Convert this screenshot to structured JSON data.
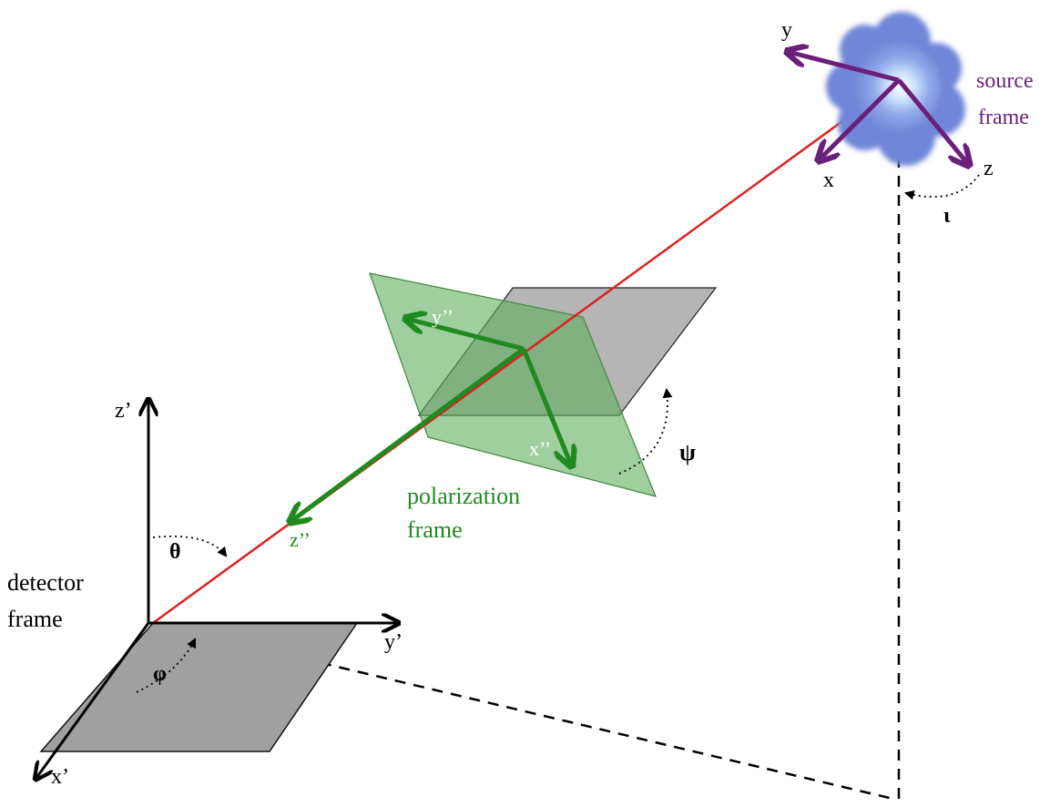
{
  "labels": {
    "source_frame_1": "source",
    "source_frame_2": "frame",
    "source_x": "x",
    "source_y": "y",
    "source_z": "z",
    "iota": "ι",
    "polarization_frame_1": "polarization",
    "polarization_frame_2": "frame",
    "pol_x": "x’’",
    "pol_y": "y’’",
    "pol_z": "z’’",
    "psi": "ψ",
    "detector_frame_1": "detector",
    "detector_frame_2": "frame",
    "det_x": "x’",
    "det_y": "y’",
    "det_z": "z’",
    "theta": "θ",
    "phi": "φ"
  },
  "colors": {
    "source": "#6a1f7a",
    "source_cloud": "#6f86d8",
    "polarization": "#1f8a1f",
    "polarization_plane": "#5fae5f",
    "line_of_sight": "#e02020",
    "plane_gray": "#9a9a9a",
    "axis": "#000000"
  }
}
